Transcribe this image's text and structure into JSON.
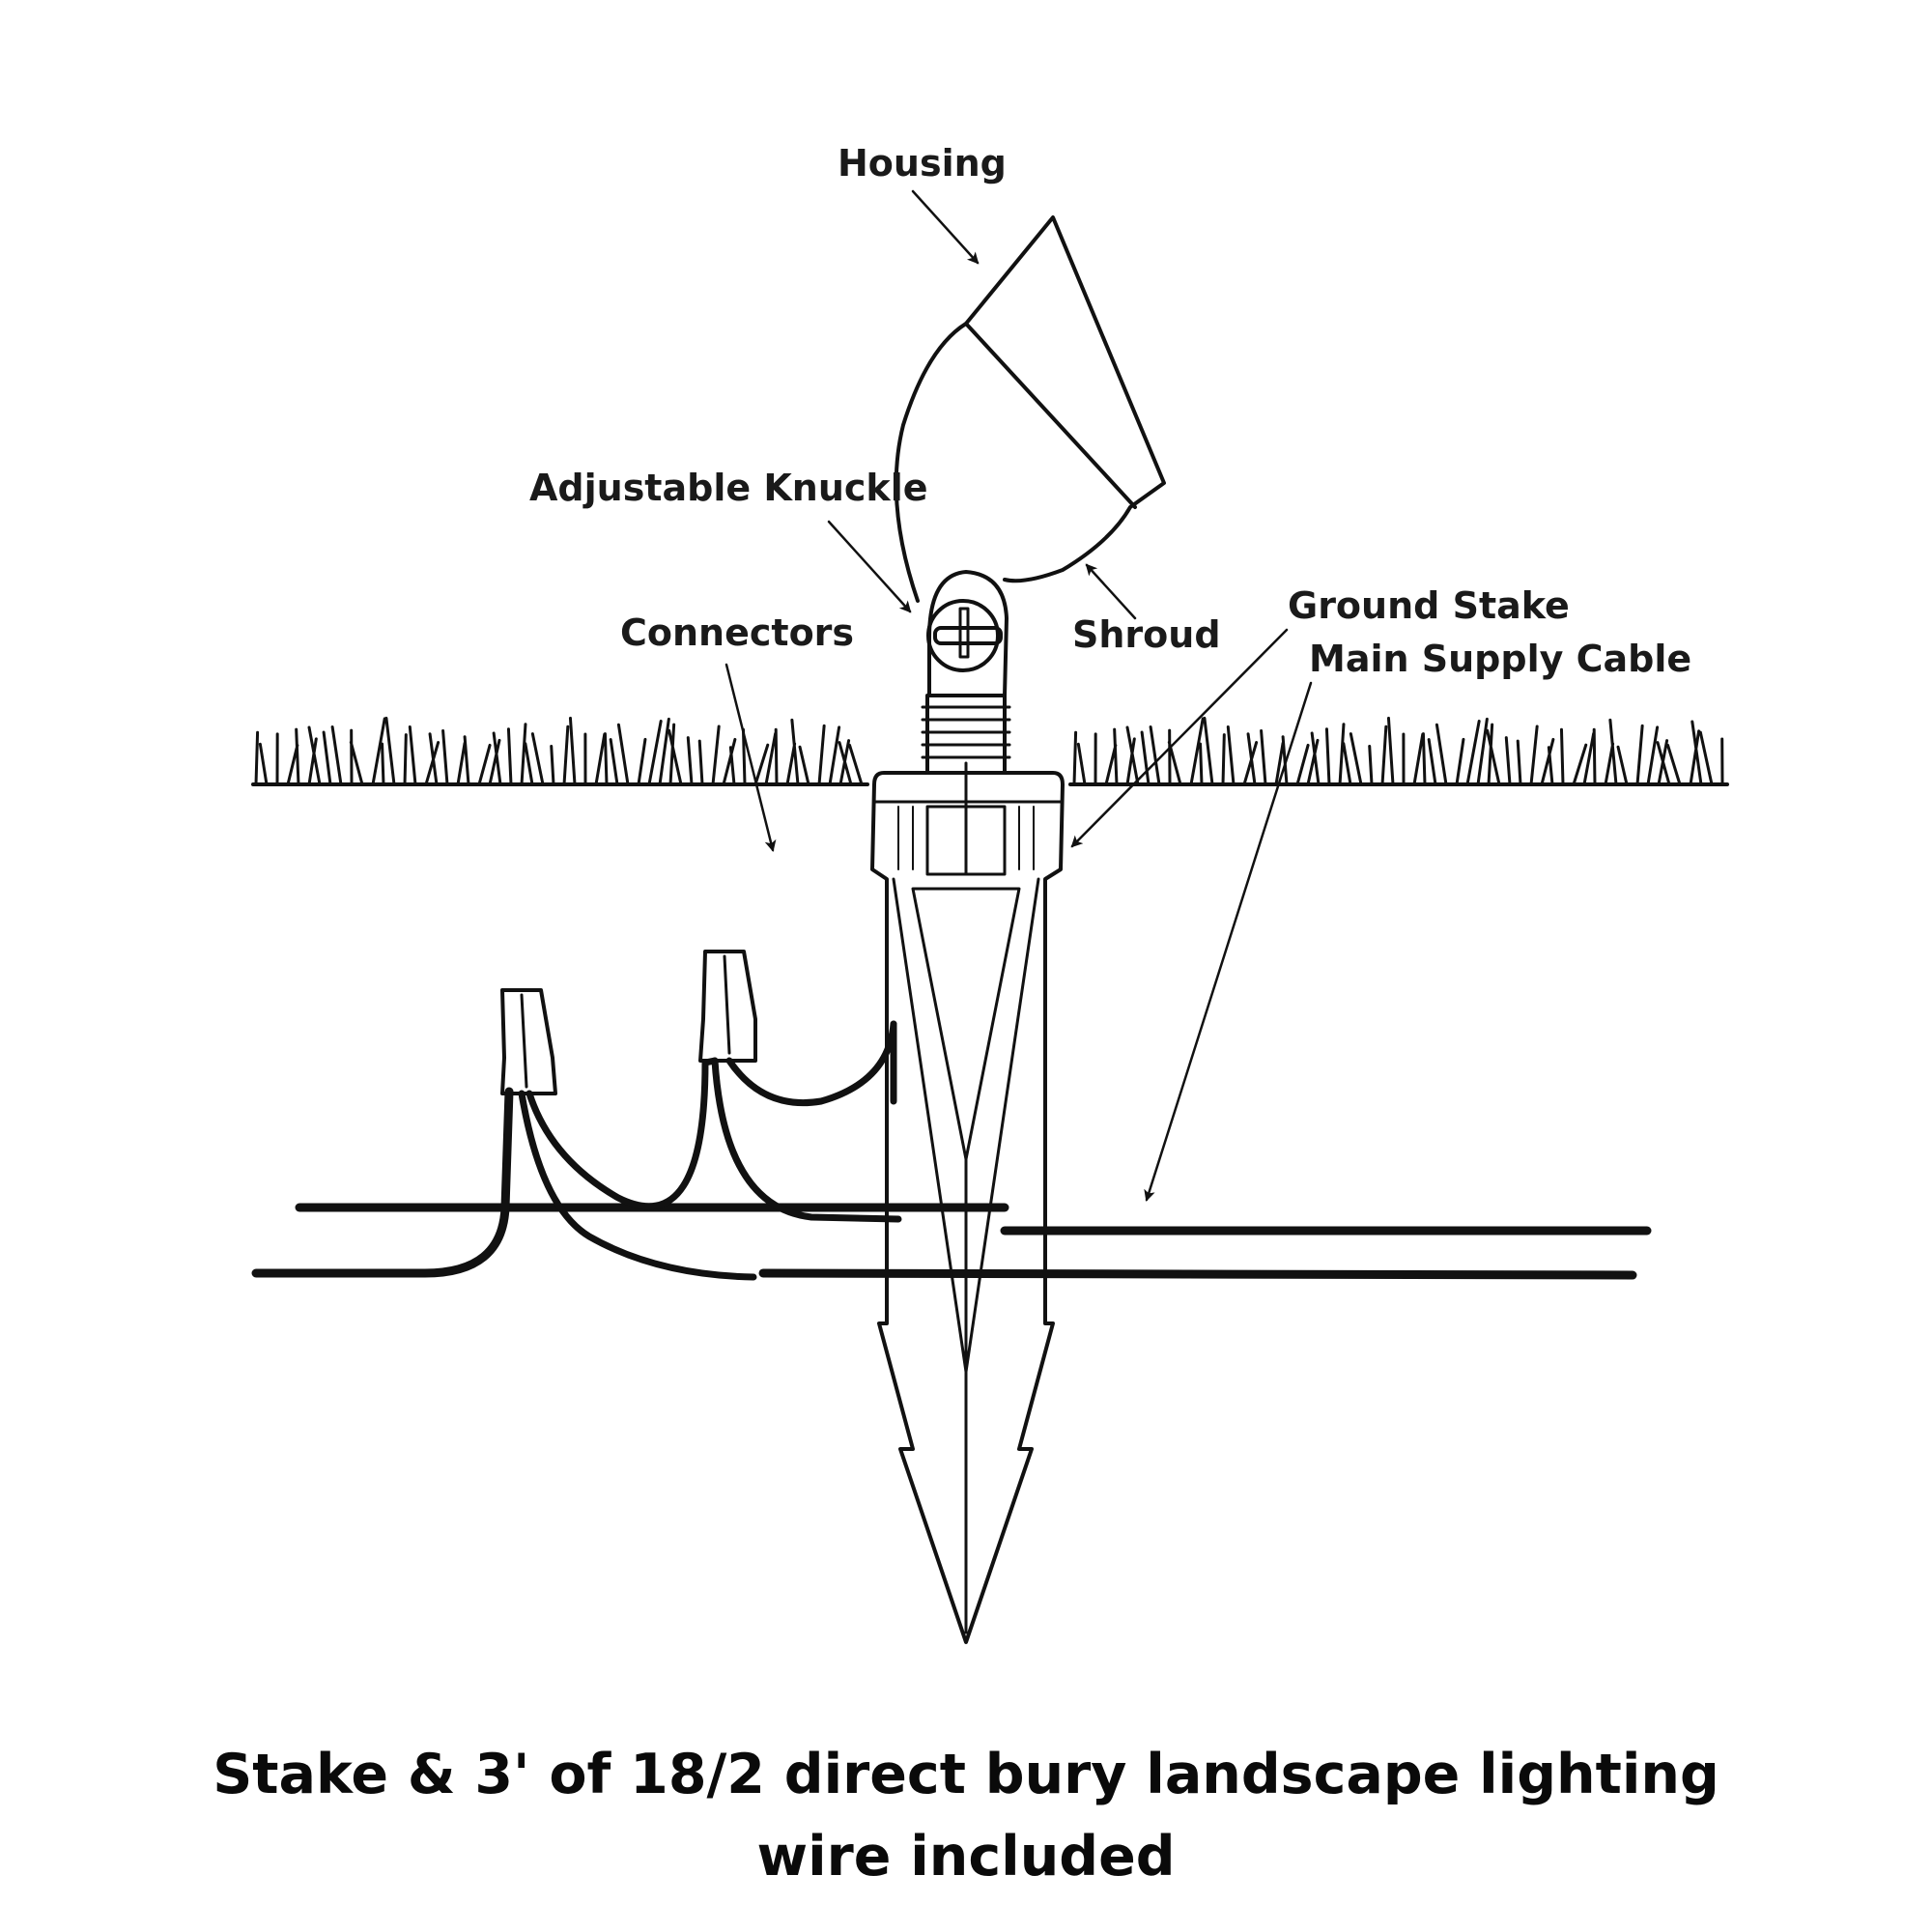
{
  "labels": {
    "housing": "Housing",
    "knuckle": "Adjustable Knuckle",
    "connectors": "Connectors",
    "shroud": "Shroud",
    "ground_stake": "Ground Stake",
    "main_supply_cable": "Main Supply Cable"
  },
  "caption": {
    "line1": "Stake & 3' of 18/2 direct bury landscape lighting",
    "line2": "wire included"
  },
  "colors": {
    "ink": "#111111",
    "background": "#ffffff"
  }
}
